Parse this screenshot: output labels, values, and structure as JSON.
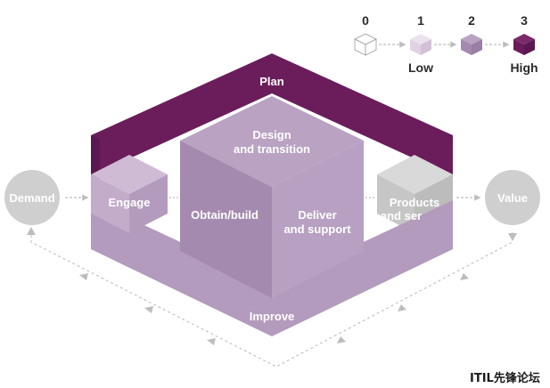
{
  "legend": {
    "levels": [
      {
        "number": "0",
        "label": "",
        "color": "#ffffff"
      },
      {
        "number": "1",
        "label": "Low",
        "color": "#e0d2e4"
      },
      {
        "number": "2",
        "label": "",
        "color": "#a58aaf"
      },
      {
        "number": "3",
        "label": "High",
        "color": "#6b1d5b"
      }
    ]
  },
  "nodes": {
    "demand": "Demand",
    "value": "Value",
    "plan": "Plan",
    "engage": "Engage",
    "design_line1": "Design",
    "design_line2": "and transition",
    "obtain": "Obtain/build",
    "deliver_line1": "Deliver",
    "deliver_line2": "and support",
    "products_line1": "Products",
    "products_line2": "and ser",
    "improve": "Improve"
  },
  "watermark": "ITIL先锋论坛",
  "colors": {
    "plan": "#6b1d5b",
    "plan_side": "#5a1850",
    "level_light": "#d0bbd5",
    "level_mid": "#b39bbd",
    "level_mid_dark": "#a58aaf",
    "grey": "#cfcfcf",
    "grey_dark": "#b9b9b9",
    "arrow": "#bdbdbd"
  }
}
